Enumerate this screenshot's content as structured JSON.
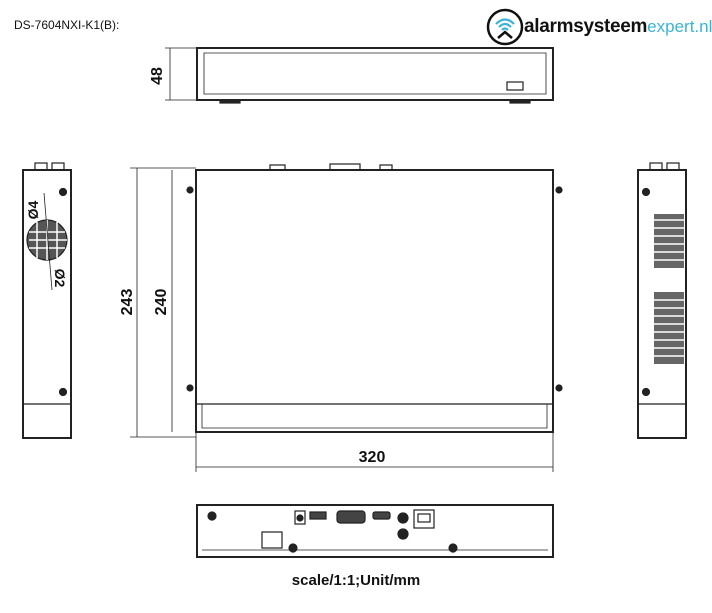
{
  "header": {
    "model": "DS-7604NXI-K1(B):"
  },
  "logo": {
    "part1": "alarmsysteem",
    "part2": "expert.nl",
    "brand_color": "#3bb3d6",
    "icon": "wifi-house-icon"
  },
  "dimensions": {
    "height": "48",
    "depth_outer": "243",
    "depth_inner": "240",
    "width": "320",
    "hole_large": "Ø4",
    "hole_small": "Ø2"
  },
  "caption": "scale/1:1;Unit/mm"
}
